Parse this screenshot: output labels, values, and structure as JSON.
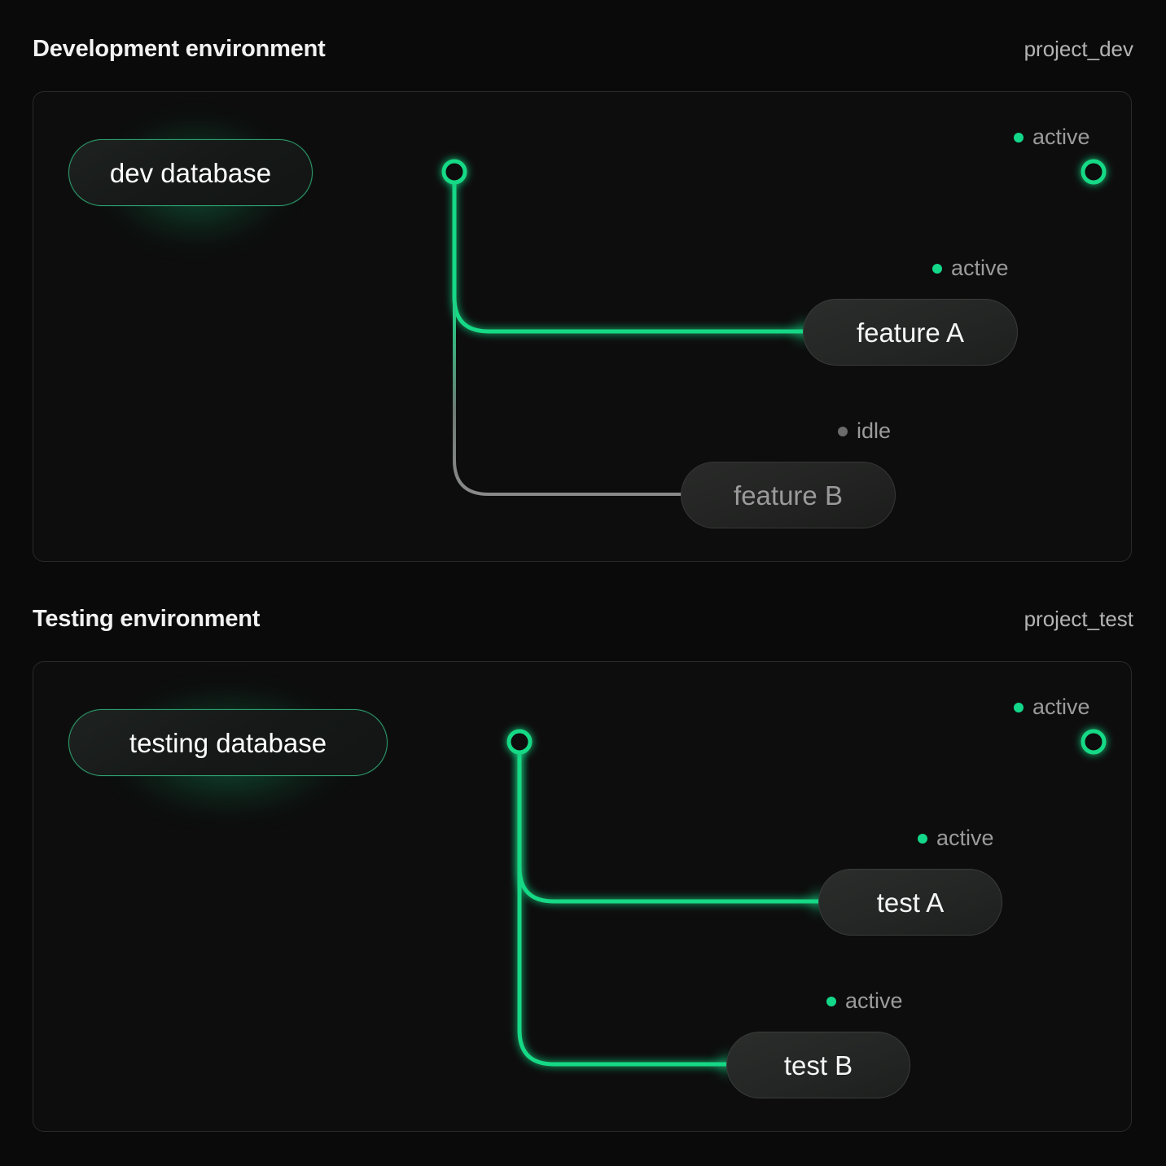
{
  "theme": {
    "background": "#0a0a0a",
    "panel_background": "#0d0d0d",
    "panel_border": "#2a2a2a",
    "accent_active": "#15d986",
    "accent_idle": "#6b6b6b",
    "text_primary": "#f2f2f2",
    "text_muted": "#9b9b9b"
  },
  "sections": [
    {
      "title": "Development environment",
      "project": "project_dev",
      "source": {
        "label": "dev database",
        "state": "active"
      },
      "trunk_status": {
        "label": "active",
        "state": "active"
      },
      "nodes": [
        {
          "label": "feature A",
          "status_label": "active",
          "state": "active"
        },
        {
          "label": "feature B",
          "status_label": "idle",
          "state": "idle"
        }
      ]
    },
    {
      "title": "Testing environment",
      "project": "project_test",
      "source": {
        "label": "testing database",
        "state": "active"
      },
      "trunk_status": {
        "label": "active",
        "state": "active"
      },
      "nodes": [
        {
          "label": "test A",
          "status_label": "active",
          "state": "active"
        },
        {
          "label": "test B",
          "status_label": "active",
          "state": "active"
        }
      ]
    }
  ]
}
